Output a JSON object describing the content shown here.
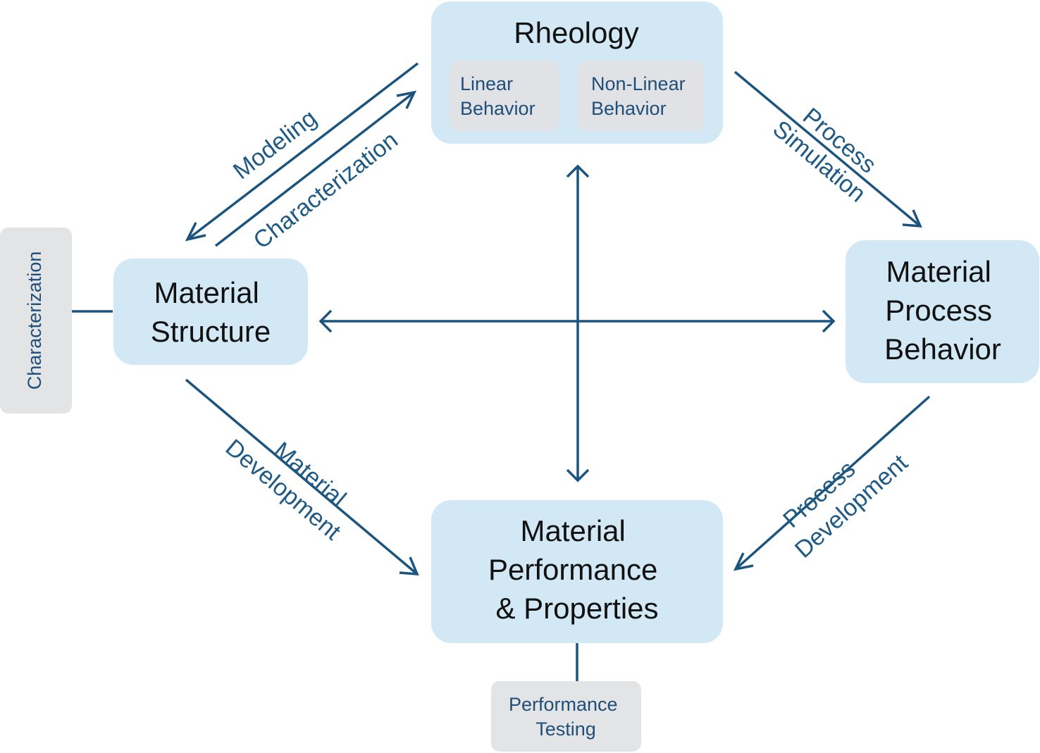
{
  "colors": {
    "node_fill": "#d2e9f5",
    "sub_fill": "#e1e2e6",
    "side_fill": "#e3e4e6",
    "arrow": "#1b557f",
    "title_text": "#111111",
    "label_text": "#1f5a85"
  },
  "nodes": {
    "rheology": {
      "title": "Rheology",
      "linear": [
        "Linear",
        "Behavior"
      ],
      "nonlinear": [
        "Non-Linear",
        "Behavior"
      ]
    },
    "structure": {
      "lines": [
        "Material",
        "Structure"
      ]
    },
    "process": {
      "lines": [
        "Material",
        "Process",
        "Behavior"
      ]
    },
    "performance": {
      "lines": [
        "Material",
        "Performance",
        "& Properties"
      ]
    },
    "characterization_side": {
      "label": "Characterization"
    },
    "performance_testing": {
      "lines": [
        "Performance",
        "Testing"
      ]
    }
  },
  "edges": {
    "modeling": "Modeling",
    "characterization": "Characterization",
    "process_simulation": [
      "Process",
      "Simulation"
    ],
    "material_development": [
      "Material",
      "Development"
    ],
    "process_development": [
      "Process",
      "Development"
    ]
  }
}
